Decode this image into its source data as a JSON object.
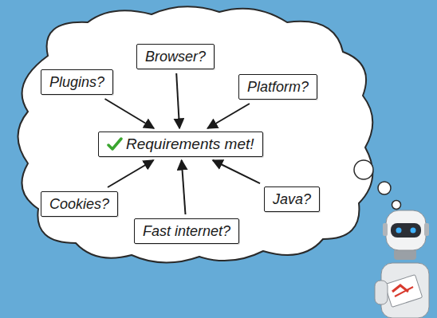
{
  "diagram": {
    "nodes": [
      {
        "text": [
          "Plugins?"
        ]
      },
      {
        "text": [
          "Browser?"
        ]
      },
      {
        "text": [
          "Platform?"
        ]
      },
      {
        "text": [
          "Requirements met!"
        ]
      },
      {
        "text": [
          "Cookies?"
        ]
      },
      {
        "text": [
          "Fast internet?"
        ]
      },
      {
        "text": [
          "Java?"
        ]
      }
    ],
    "edges": [
      {
        "from": 0,
        "to": 3,
        "arrow": "to"
      },
      {
        "from": 1,
        "to": 3,
        "arrow": "to"
      },
      {
        "from": 2,
        "to": 3,
        "arrow": "to"
      },
      {
        "from": 4,
        "to": 3,
        "arrow": "to"
      },
      {
        "from": 5,
        "to": 3,
        "arrow": "to"
      },
      {
        "from": 6,
        "to": 3,
        "arrow": "to"
      }
    ]
  }
}
